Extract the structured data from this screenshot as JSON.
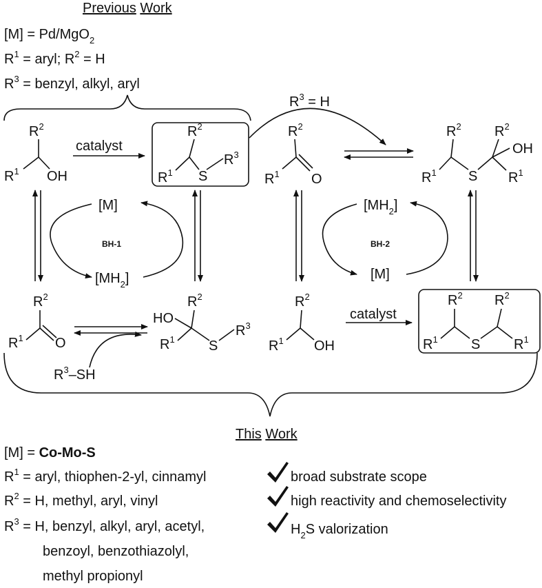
{
  "previous_work": {
    "heading_a": "Previous",
    "heading_b": "Work",
    "m_line": "[M] = Pd/MgO",
    "m_sub": "2",
    "r1_pre": "R",
    "r1_sup": "1",
    "r1_mid": " = aryl; R",
    "r2_sup": "2",
    "r1_end": " = H",
    "r3_pre": "R",
    "r3_sup": "3",
    "r3_end": " = benzyl, alkyl, aryl"
  },
  "scheme": {
    "R": "R",
    "sup1": "1",
    "sup2": "2",
    "sup3": "3",
    "OH": "OH",
    "HO": "HO",
    "S": "S",
    "O": "O",
    "catalyst_top": "catalyst",
    "catalyst_bottom": "catalyst",
    "r3h_pre": "R",
    "r3h_sup": "3",
    "r3h_end": " = H",
    "M_left": "[M]",
    "MH2_left": "[MH",
    "MH2_left_sub": "2",
    "MH2_left_close": "]",
    "MH2_right": "[MH",
    "MH2_right_sub": "2",
    "MH2_right_close": "]",
    "M_right": "[M]",
    "bh1": "BH-1",
    "bh2": "BH-2",
    "thiol_pre": "R",
    "thiol_sup": "3",
    "thiol_end": "–SH"
  },
  "this_work": {
    "heading_a": "This",
    "heading_b": "Work",
    "m_pre": "[M] = ",
    "m_bold": "Co-Mo-S",
    "r1_pre": "R",
    "r1_sup": "1",
    "r1_end": " = aryl, thiophen-2-yl, cinnamyl",
    "r2_pre": "R",
    "r2_sup": "2",
    "r2_end": " = H, methyl, aryl, vinyl",
    "r3_pre": "R",
    "r3_sup": "3",
    "r3_end": " = H, benzyl, alkyl, aryl, acetyl,",
    "r3_line2": "benzoyl, benzothiazolyl,",
    "r3_line3": "methyl propionyl"
  },
  "features": [
    {
      "icon": "checkmark-icon",
      "pre": "broad substrate scope",
      "sub": "",
      "post": ""
    },
    {
      "icon": "checkmark-icon",
      "pre": "high reactivity and chemoselectivity",
      "sub": "",
      "post": ""
    },
    {
      "icon": "checkmark-icon",
      "pre": "H",
      "sub": "2",
      "post": "S valorization"
    }
  ]
}
